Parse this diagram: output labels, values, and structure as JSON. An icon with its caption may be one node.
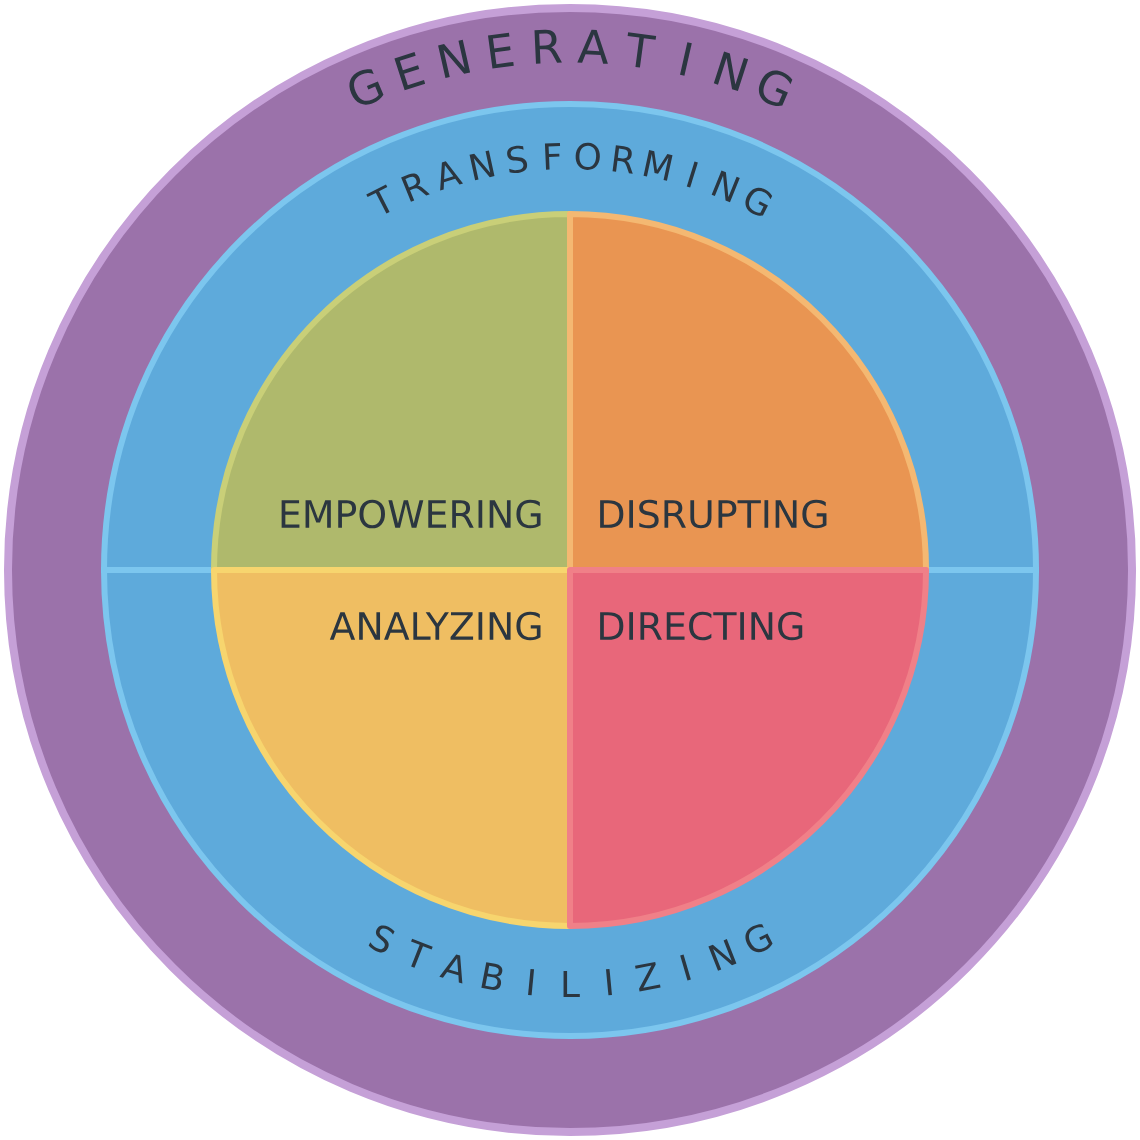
{
  "diagram": {
    "nodes": [
      {
        "text": [
          "GENERATING"
        ]
      },
      {
        "text": [
          "TRANSFORMING"
        ],
        "in": 0
      },
      {
        "text": [
          "STABILIZING"
        ],
        "in": 0
      },
      {
        "text": [
          "EMPOWERING"
        ],
        "in": 1
      },
      {
        "text": [
          "DISRUPTING"
        ],
        "in": 1
      },
      {
        "text": [
          "ANALYZING"
        ],
        "in": 2
      },
      {
        "text": [
          "DIRECTING"
        ],
        "in": 2
      }
    ]
  }
}
